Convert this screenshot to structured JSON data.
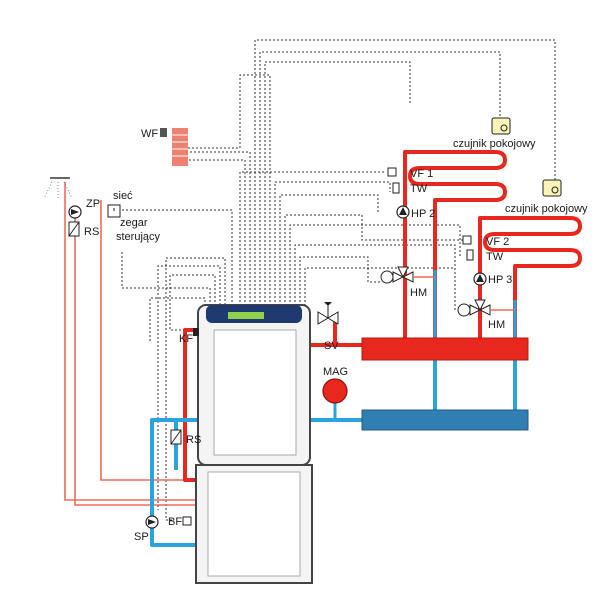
{
  "labels": {
    "wf": "WF",
    "zp": "ZP",
    "rs_left": "RS",
    "siec": "sieć",
    "zegar_line1": "zegar",
    "zegar_line2": "sterujący",
    "kf": "KF",
    "sv": "SV",
    "mag": "MAG",
    "rs_boiler": "RS",
    "bf": "BF",
    "sp": "SP",
    "vf1": "VF 1",
    "tw1": "TW",
    "hp2": "HP 2",
    "hm1": "HM",
    "vf2": "VF 2",
    "tw2": "TW",
    "hp3": "HP 3",
    "hm2": "HM",
    "sensor1": "czujnik pokojowy",
    "sensor2": "czujnik pokojowy"
  },
  "colors": {
    "hot": "#e8281e",
    "hot_light": "#f26a5a",
    "cold": "#2aa4dd",
    "manifold_cold": "#2f7fb3",
    "boiler_top": "#1f3a6e",
    "boiler_display": "#8fd14f",
    "signal_line": "#333333"
  },
  "icons": [
    "radiator-icon",
    "shower-icon",
    "pump-icon",
    "three-way-valve-icon",
    "safety-valve-icon",
    "expansion-vessel-icon",
    "room-sensor-icon",
    "clock-icon",
    "outdoor-sensor-icon"
  ]
}
